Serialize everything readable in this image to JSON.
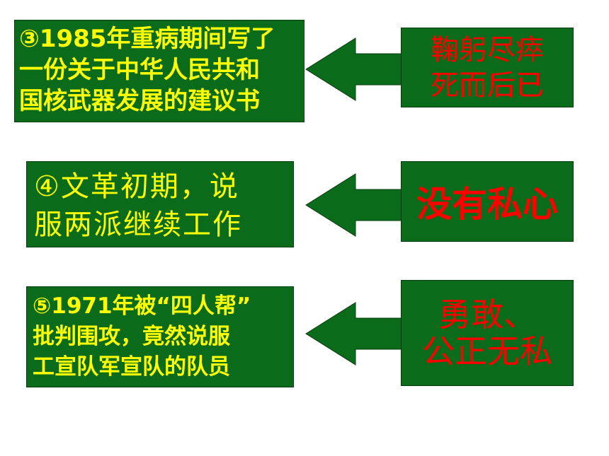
{
  "colors": {
    "box_fill": "#0a6b1a",
    "left_text": "#ffff00",
    "right_text": "#ff0000",
    "background": "#ffffff"
  },
  "rows": [
    {
      "left_lines": [
        "③1985年重病期间写了",
        "一份关于中华人民共和",
        "国核武器发展的建议书"
      ],
      "right_lines": [
        "鞠躬尽瘁",
        "死而后已"
      ]
    },
    {
      "left_lines": [
        "④文革初期，说",
        "服两派继续工作"
      ],
      "right_lines": [
        "没有私心"
      ]
    },
    {
      "left_lines": [
        "⑤1971年被“四人帮”",
        "批判围攻，竟然说服",
        "工宣队军宣队的队员"
      ],
      "right_lines": [
        "勇敢、",
        "公正无私"
      ]
    }
  ]
}
